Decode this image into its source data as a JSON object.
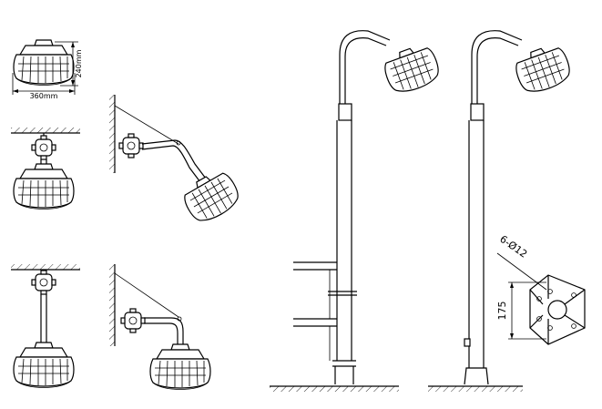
{
  "dimensions": {
    "width_label": "360mm",
    "height_label": "240mm",
    "bolt_label": "6-Ø12",
    "distance_label": "175"
  },
  "colors": {
    "line": "#000000",
    "background": "#ffffff"
  }
}
